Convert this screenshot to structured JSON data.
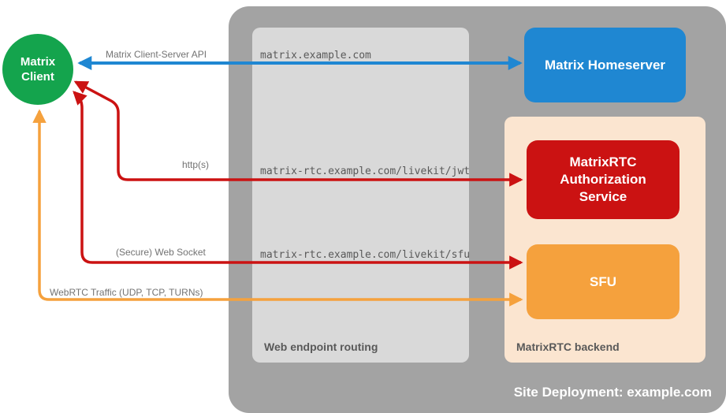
{
  "colors": {
    "client_green": "#14a44d",
    "homeserver_blue": "#1f87d2",
    "auth_red": "#cb1212",
    "sfu_orange": "#f5a13d",
    "backend_peach": "#fbe5d0",
    "deployment_gray": "#a3a3a3",
    "routing_gray": "#d9d9d9",
    "section_label_gray": "#595959",
    "url_gray": "#595959",
    "label_gray": "#737373"
  },
  "client": {
    "label": "Matrix Client"
  },
  "nodes": {
    "homeserver": "Matrix Homeserver",
    "auth_service": "MatrixRTC Authorization Service",
    "sfu": "SFU"
  },
  "routing": {
    "label": "Web endpoint routing",
    "endpoints": [
      "matrix.example.com",
      "matrix-rtc.example.com/livekit/jwt",
      "matrix-rtc.example.com/livekit/sfu"
    ]
  },
  "backend": {
    "label": "MatrixRTC backend"
  },
  "deployment": {
    "label": "Site Deployment: example.com"
  },
  "arrows": {
    "client_server_api": "Matrix Client-Server API",
    "https": "http(s)",
    "websocket": "(Secure) Web Socket",
    "webrtc": "WebRTC Traffic (UDP, TCP, TURNs)"
  }
}
